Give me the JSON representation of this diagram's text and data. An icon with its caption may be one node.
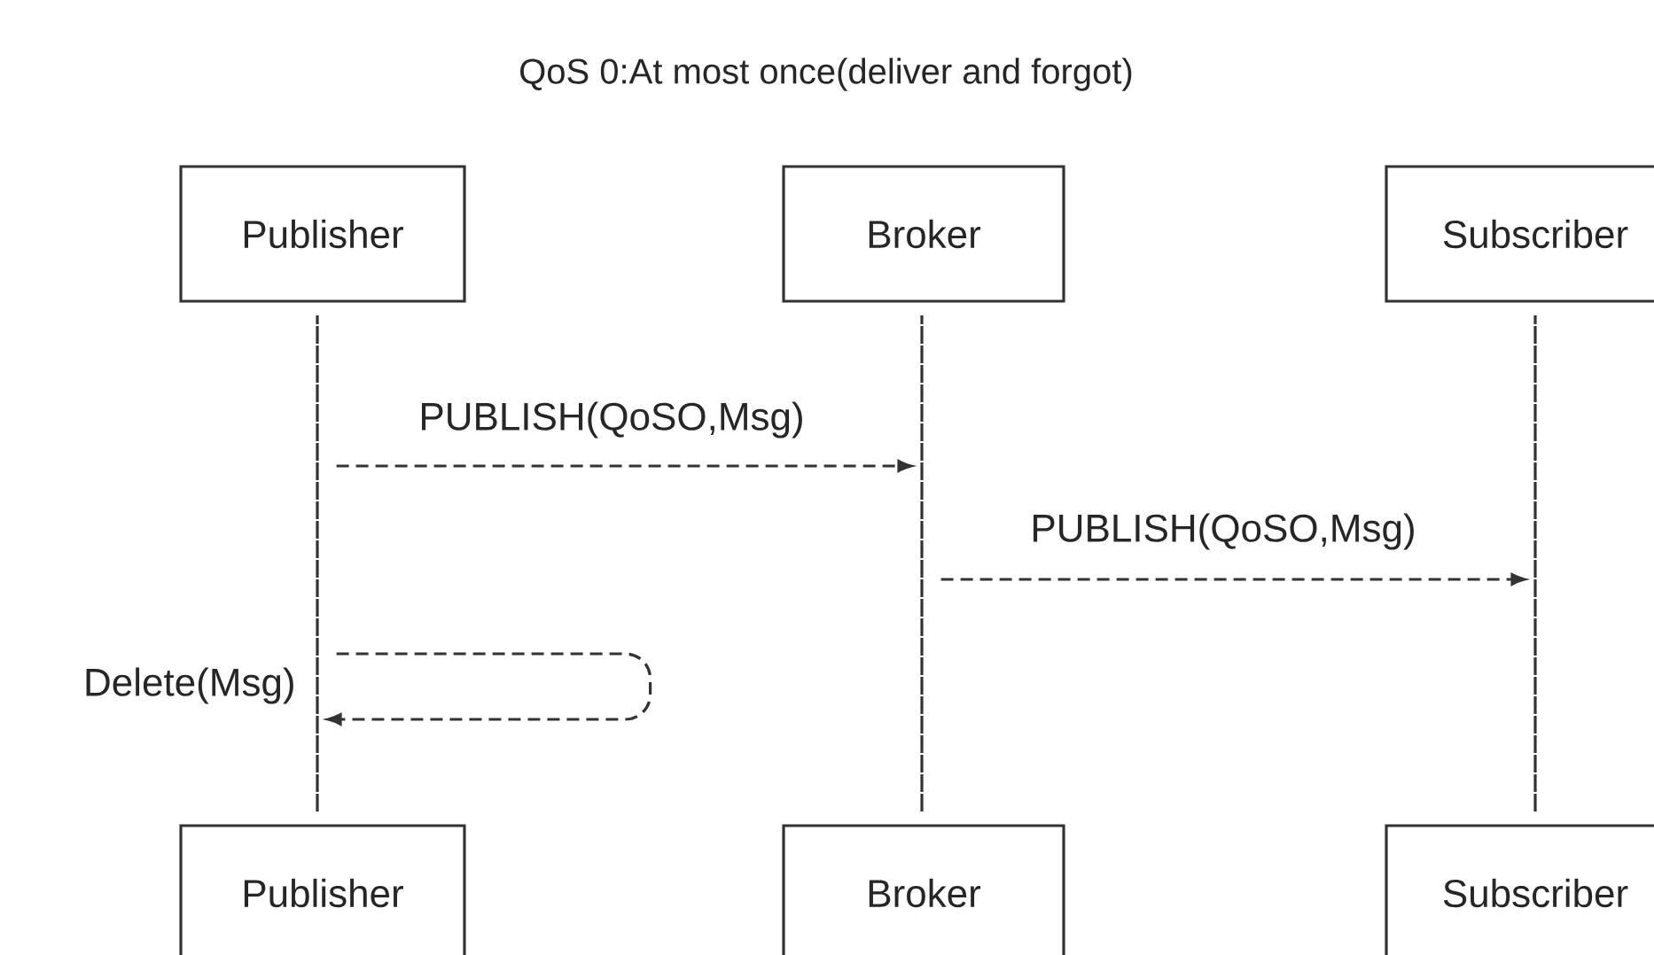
{
  "diagram": {
    "title": "QoS 0:At most once(deliver and forgot)",
    "nodes": [
      {
        "text": [
          "Publisher"
        ]
      },
      {
        "text": [
          "Broker"
        ]
      },
      {
        "text": [
          "Subscriber"
        ]
      },
      {
        "text": [
          "Publisher"
        ]
      },
      {
        "text": [
          "Broker"
        ]
      },
      {
        "text": [
          "Subscriber"
        ]
      },
      {
        "text": [],
        "shape": "bar"
      },
      {
        "text": [],
        "shape": "bar"
      },
      {
        "text": [],
        "shape": "bar"
      }
    ],
    "edges": [
      {
        "from": 6,
        "to": 7,
        "arrow": "to",
        "style": "dashed",
        "label": "PUBLISH(QoSO,Msg)"
      },
      {
        "from": 7,
        "to": 8,
        "arrow": "to",
        "style": "dashed",
        "label": "PUBLISH(QoSO,Msg)"
      },
      {
        "from": 6,
        "to": 6,
        "arrow": "to",
        "style": "dashed",
        "label": "Delete(Msg)"
      }
    ]
  }
}
